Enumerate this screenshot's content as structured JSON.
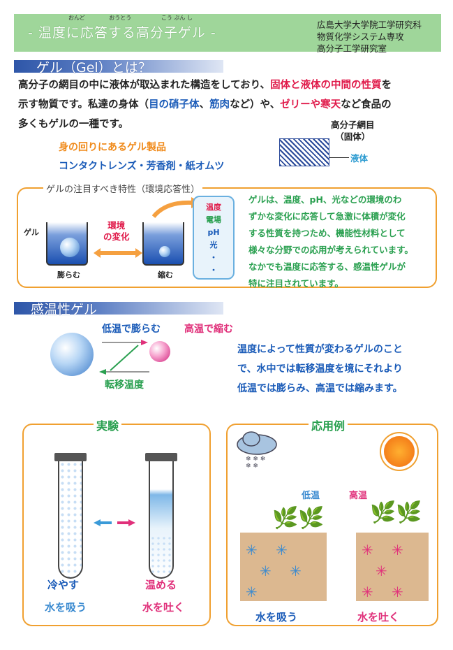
{
  "header": {
    "title": "- 温度に応答する高分子ゲル -",
    "title_ruby": [
      "おんど",
      "おうとう",
      "こうぶんし"
    ],
    "lab": [
      "広島大学大学院工学研究科",
      "物質化学システム専攻",
      "高分子工学研究室"
    ]
  },
  "sec1": {
    "title": "ゲル（Gel）とは？",
    "p1": "高分子の網目の中に液体が取込まれた構造をしており、",
    "p1b": "固体と液体の中間の性質",
    "p1c": "を",
    "p2a": "示す物質です。私達の身体（",
    "p2b": "目の硝子体",
    "p2c": "、",
    "p2d": "筋肉",
    "p2e": "など）や、",
    "p2f": "ゼリーや寒天",
    "p2g": "など食品の",
    "p3": "多くもゲルの一種です。",
    "products_label": "身の回りにあるゲル製品",
    "products": "コンタクトレンズ・芳香剤・紙オムツ",
    "net_label1": "高分子網目",
    "net_label2": "（固体）",
    "liquid_label": "液体"
  },
  "sec2": {
    "title": "ゲルの注目すべき特性（環境応答性）",
    "gel_label": "ゲル",
    "env1": "環境",
    "env2": "の変化",
    "swell": "膨らむ",
    "shrink": "縮む",
    "stimuli": [
      "温度",
      "電場",
      "pH",
      "光",
      "・",
      "・"
    ],
    "desc": [
      "ゲルは、温度、pH、光などの環境のわ",
      "ずかな変化に応答して急激に体積が変化",
      "する性質を持つため、機能性材料として",
      "様々な分野での応用が考えられています。",
      "なかでも温度に応答する、感温性ゲルが",
      "特に注目されています。"
    ]
  },
  "sec3": {
    "title": "感温性ゲル",
    "low": "低温で膨らむ",
    "high": "高温で縮む",
    "transition": "転移温度",
    "desc": [
      "温度によって性質が変わるゲルのこと",
      "で、水中では転移温度を境にそれより",
      "低温では膨らみ、高温では縮みます。"
    ]
  },
  "exp": {
    "title": "実験",
    "cool": "冷やす",
    "absorb": "水を吸う",
    "warm": "温める",
    "release": "水を吐く"
  },
  "app": {
    "title": "応用例",
    "low": "低温",
    "high": "高温",
    "absorb": "水を吸う",
    "release": "水を吐く"
  },
  "colors": {
    "green_header": "#9fd69a",
    "blue_bar": "#2e56a8",
    "orange_border": "#f0a030",
    "red": "#e01a4a",
    "blue": "#1a5bb8",
    "green": "#2aa050",
    "pink": "#e0307a"
  }
}
